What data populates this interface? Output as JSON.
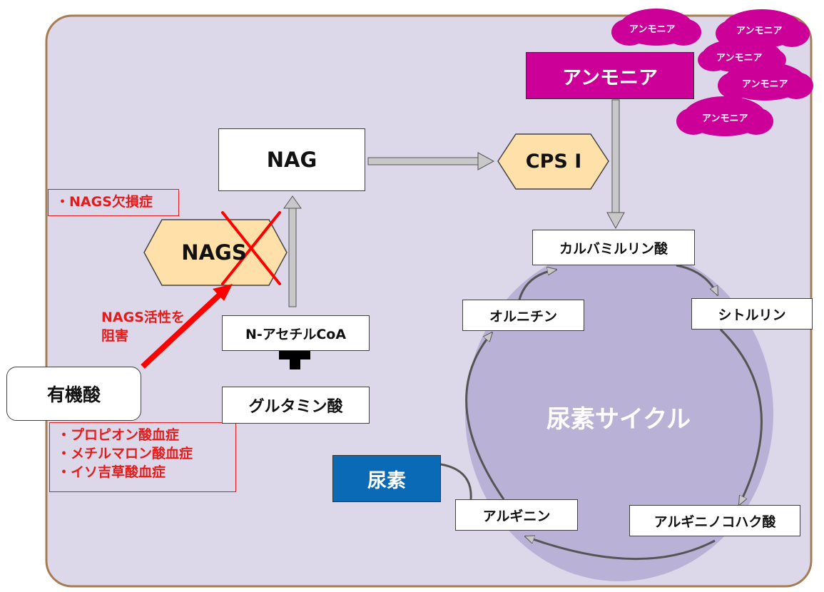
{
  "colors": {
    "background": "#dcd8e9",
    "frame_border": "#a67c52",
    "ammonia_magenta": "#cc0099",
    "urea_blue": "#0a6ab5",
    "enzyme_fill": "#ffe0a8",
    "cycle_fill": "#b9b1d6",
    "inhibit_red": "#ff0000",
    "note_red": "#e31b1b"
  },
  "ammonia_clouds": [
    "アンモニア",
    "アンモニア",
    "アンモニア",
    "アンモニア",
    "アンモニア"
  ],
  "ammonia_box": "アンモニア",
  "nag_box": "NAG",
  "cps1": "CPS I",
  "nags": "NAGS",
  "nags_deficiency": "・NAGS欠損症",
  "inhibit_note": [
    "NAGS活性を",
    "阻害"
  ],
  "organic_acid": "有機酸",
  "acidemias": [
    "・プロピオン酸血症",
    "・メチルマロン酸血症",
    "・イソ吉草酸血症"
  ],
  "acetyl_coa": "N-アセチルCoA",
  "plus_sign": "plus-icon",
  "glutamate": "グルタミン酸",
  "carbamoyl_phosphate": "カルバミルリン酸",
  "ornithine": "オルニチン",
  "citrulline": "シトルリン",
  "cycle_label": "尿素サイクル",
  "argininosuccinate": "アルギニノコハク酸",
  "arginine": "アルギニン",
  "urea": "尿素"
}
